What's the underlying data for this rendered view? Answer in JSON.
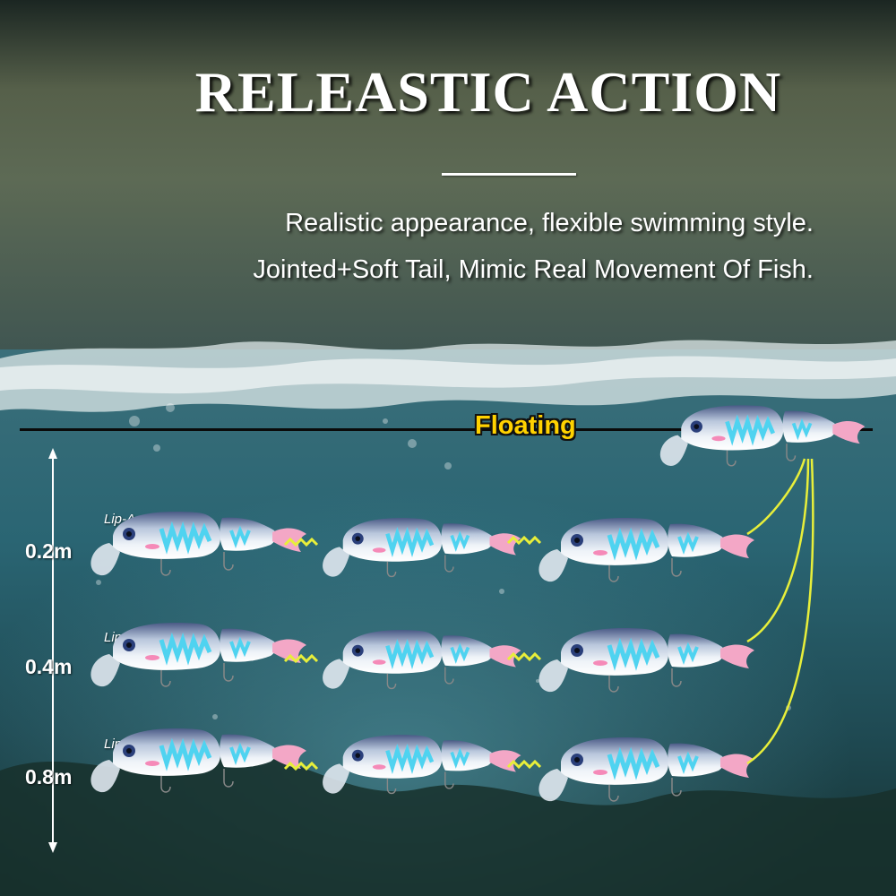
{
  "title": "RELEASTIC ACTION",
  "subtitle_line1": "Realistic appearance, flexible swimming style.",
  "subtitle_line2": "Jointed+Soft Tail, Mimic Real Movement Of Fish.",
  "floating_label": "Floating",
  "depths": [
    "0.2m",
    "0.4m",
    "0.8m"
  ],
  "lips": [
    "Lip-A",
    "Lip-B",
    "Lip-C"
  ],
  "colors": {
    "accent": "#ffd200",
    "wave": "#e8ef3a",
    "water": "#1f4d58"
  }
}
